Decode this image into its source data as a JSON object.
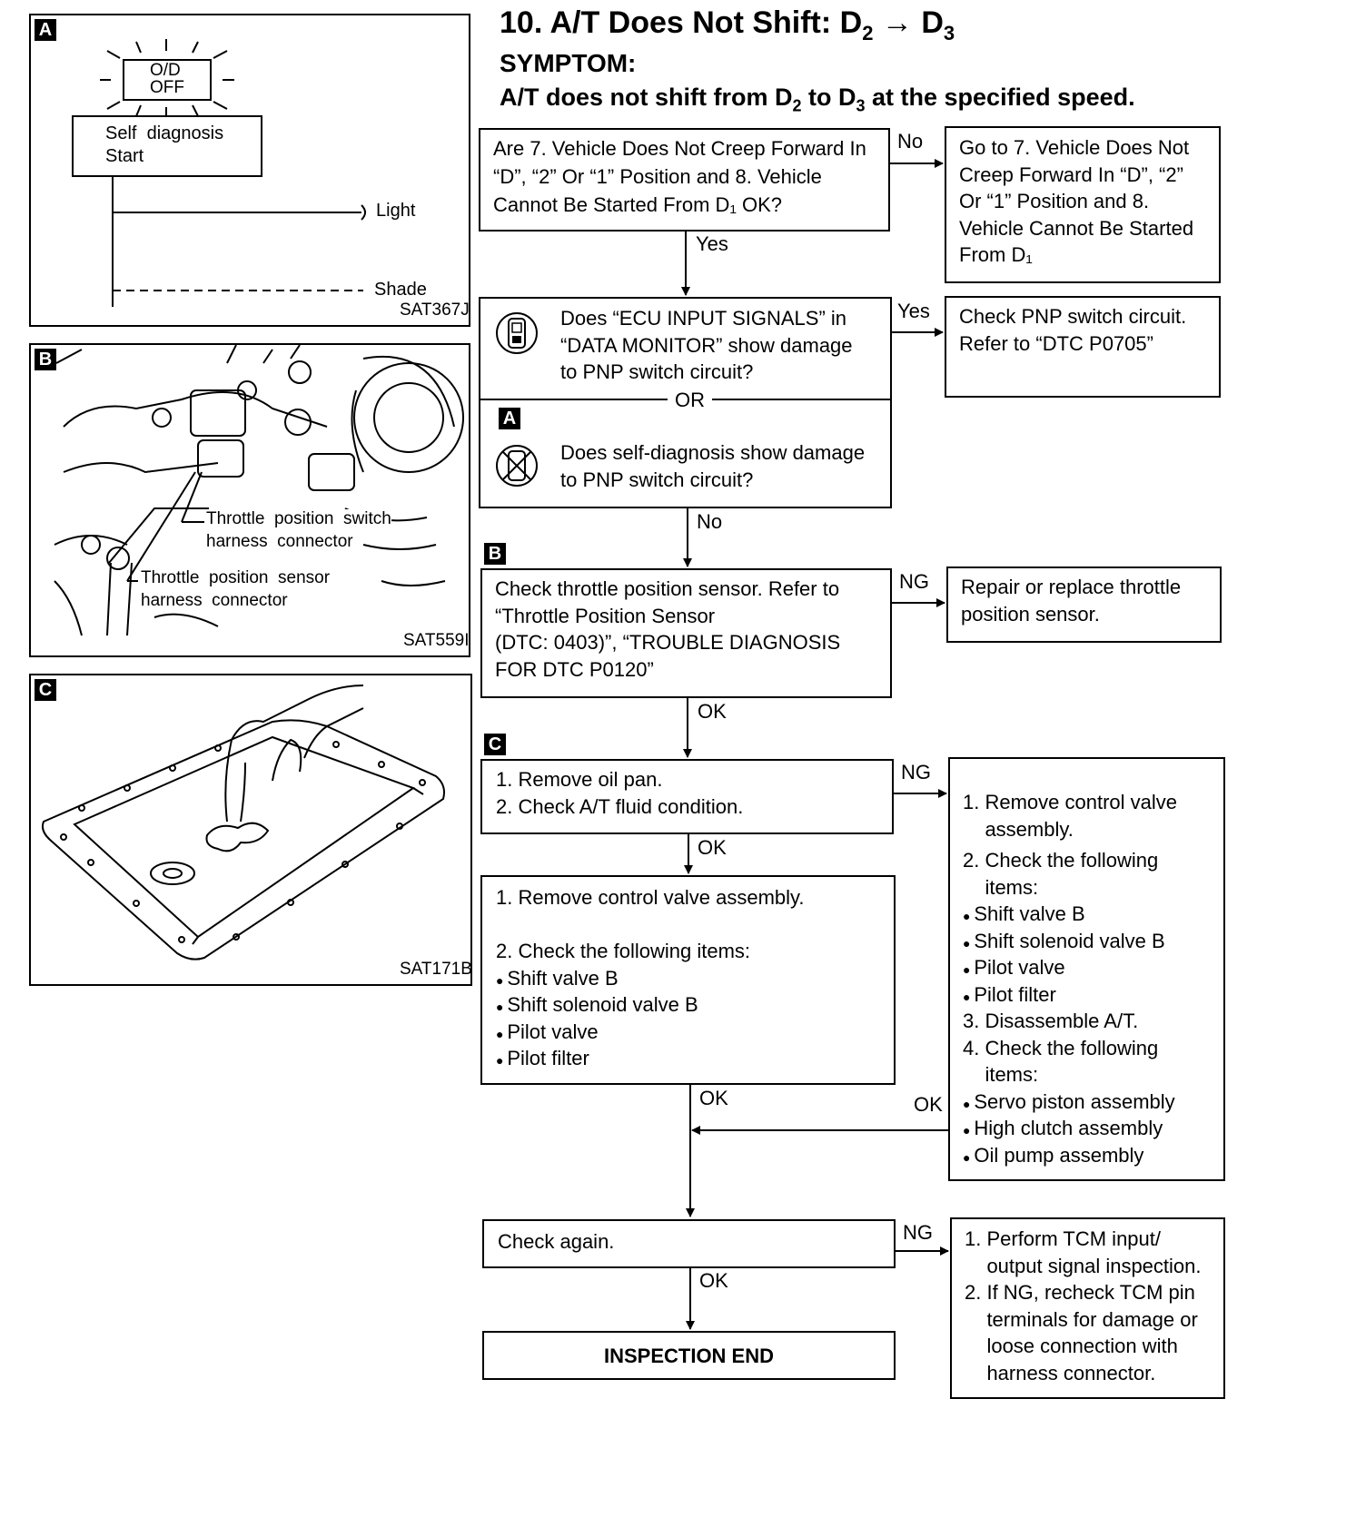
{
  "header": {
    "title_prefix": "10. A/T Does Not Shift: D",
    "title_sub1": "2",
    "title_arrow": " → D",
    "title_sub2": "3",
    "symptom_label": "SYMPTOM:",
    "symptom_prefix": "A/T does not shift from D",
    "symptom_sub1": "2",
    "symptom_mid": " to D",
    "symptom_sub2": "3",
    "symptom_suffix": " at the specified speed."
  },
  "figures": {
    "a": {
      "tag": "A",
      "lamp_line1": "O/D",
      "lamp_line2": "OFF",
      "box_line1": "Self  diagnosis",
      "box_line2": "Start",
      "light_label": "Light",
      "shade_label": "Shade",
      "code": "SAT367J"
    },
    "b": {
      "tag": "B",
      "label1_line1": "Throttle  position  switch",
      "label1_line2": "harness  connector",
      "label2_line1": "Throttle  position  sensor",
      "label2_line2": "harness  connector",
      "code": "SAT559I"
    },
    "c": {
      "tag": "C",
      "code": "SAT171B"
    }
  },
  "flow": {
    "q1": "Are 7. Vehicle Does Not Creep Forward In\n“D”, “2” Or “1” Position and 8. Vehicle\nCannot Be Started From D₁ OK?",
    "q1_no": "No",
    "q1_no_box": "Go to 7. Vehicle Does Not\nCreep Forward In “D”, “2”\nOr “1” Position and 8.\nVehicle Cannot Be Started\nFrom D₁",
    "q1_yes": "Yes",
    "q2_top": "Does “ECU INPUT SIGNALS” in\n“DATA MONITOR” show damage\nto PNP switch circuit?",
    "q2_or": "OR",
    "q2_tag": "A",
    "q2_bottom": "Does self-diagnosis show damage\nto PNP switch circuit?",
    "q2_yes": "Yes",
    "q2_yes_box": "Check PNP switch circuit.\nRefer to “DTC P0705”",
    "q2_no": "No",
    "q3_tag": "B",
    "q3": "Check throttle position sensor. Refer to\n“Throttle Position Sensor\n(DTC: 0403)”, “TROUBLE DIAGNOSIS\nFOR DTC P0120”",
    "q3_ng": "NG",
    "q3_ng_box": "Repair or replace throttle\nposition sensor.",
    "q3_ok": "OK",
    "q4_tag": "C",
    "q4": "1. Remove oil pan.\n2. Check A/T fluid condition.",
    "q4_ng": "NG",
    "q4_ng_box": {
      "l1": "1. Remove control valve",
      "l2": "    assembly.",
      "l3": "2. Check the following",
      "l4": "    items:",
      "b1": "Shift valve B",
      "b2": "Shift solenoid valve B",
      "b3": "Pilot valve",
      "b4": "Pilot filter",
      "l5": "3. Disassemble A/T.",
      "l6": "4. Check the following",
      "l7": "    items:",
      "b5": "Servo piston assembly",
      "b6": "High clutch assembly",
      "b7": "Oil pump assembly"
    },
    "q4_ok": "OK",
    "q5": {
      "l1": "1. Remove control valve assembly.",
      "l2": "2. Check the following items:",
      "b1": "Shift valve B",
      "b2": "Shift solenoid valve B",
      "b3": "Pilot valve",
      "b4": "Pilot filter"
    },
    "q5_ok": "OK",
    "right_ok": "OK",
    "q6": "Check again.",
    "q6_ng": "NG",
    "q6_ng_box": "1. Perform TCM input/\n    output signal inspection.\n2. If NG, recheck TCM pin\n    terminals for damage or\n    loose connection with\n    harness connector.",
    "q6_ok": "OK",
    "end": "INSPECTION END"
  }
}
